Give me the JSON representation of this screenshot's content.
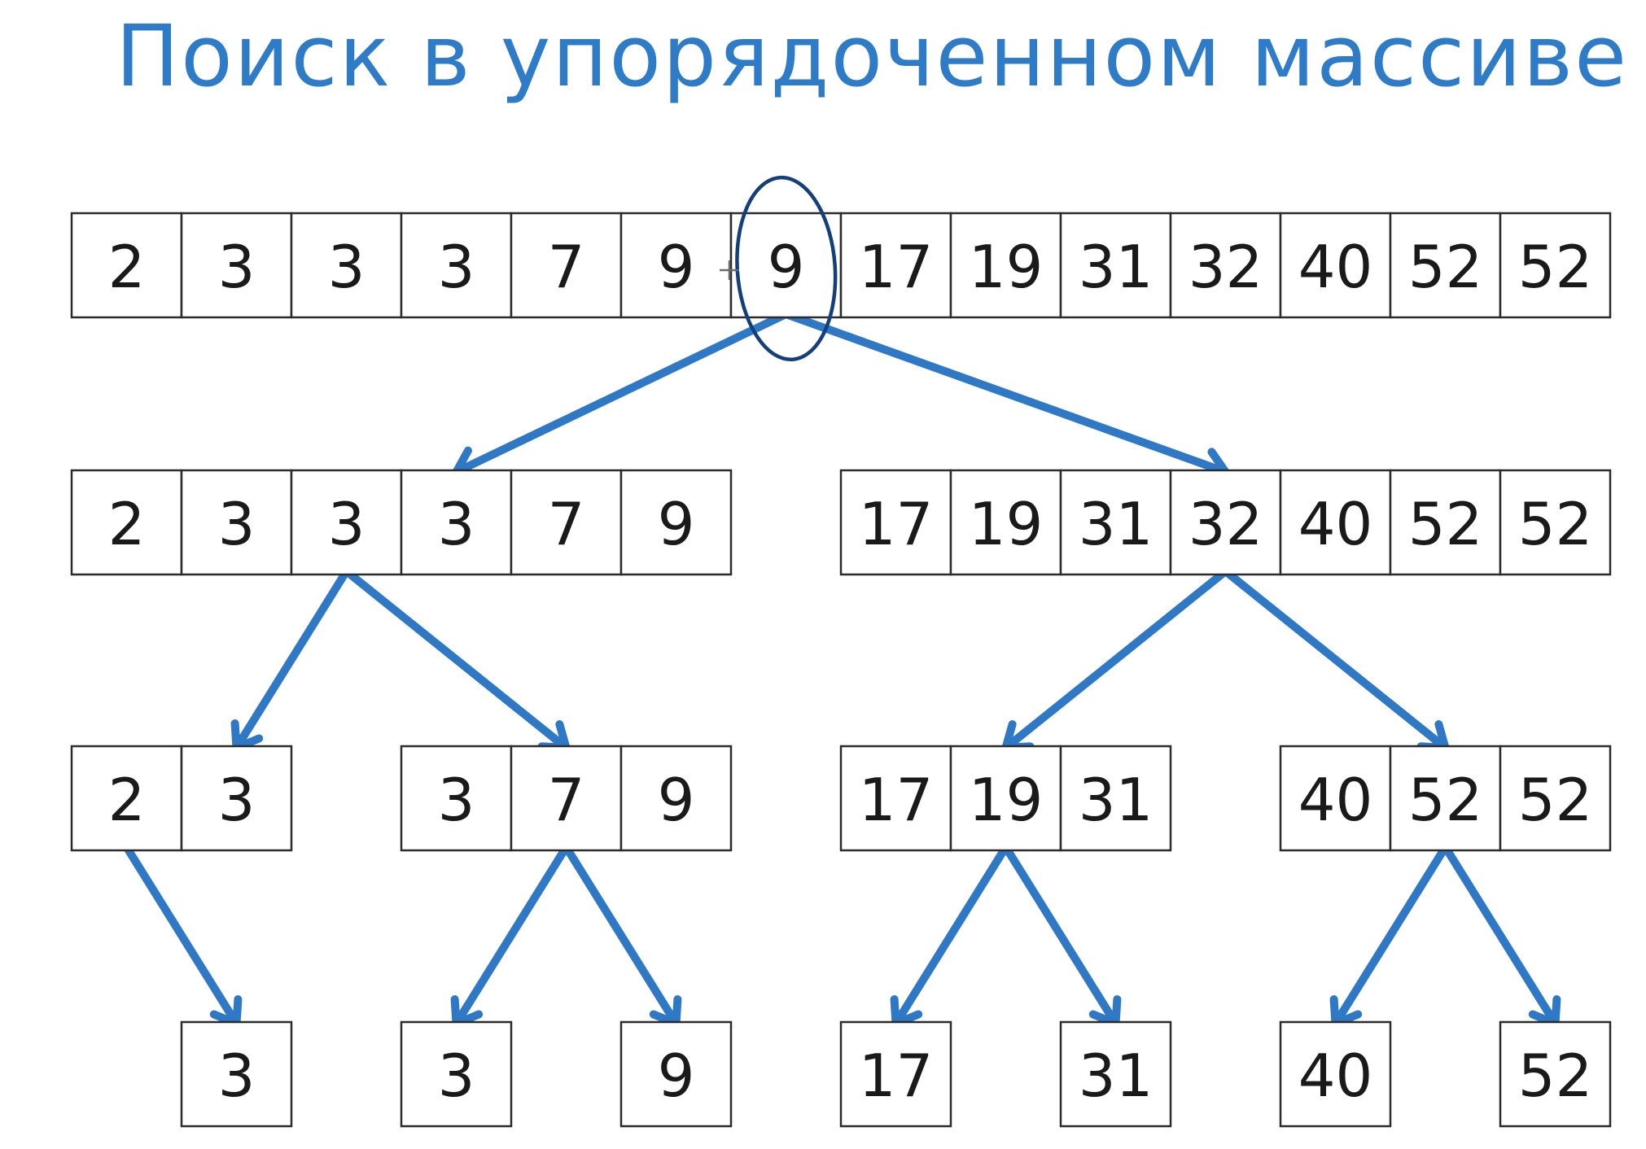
{
  "title": "Поиск в упорядоченном массиве",
  "colors": {
    "title": "#2e7bc8",
    "arrow": "#2f78c6",
    "highlight_circle": "#133f7a",
    "cell_border": "#2b2b2b"
  },
  "levels": [
    {
      "name": "level-0",
      "groups": [
        {
          "name": "full-array",
          "cells": [
            {
              "col": 0,
              "value": "2"
            },
            {
              "col": 1,
              "value": "3"
            },
            {
              "col": 2,
              "value": "3"
            },
            {
              "col": 3,
              "value": "3"
            },
            {
              "col": 4,
              "value": "7"
            },
            {
              "col": 5,
              "value": "9"
            },
            {
              "col": 6,
              "value": "9"
            },
            {
              "col": 7,
              "value": "17"
            },
            {
              "col": 8,
              "value": "19"
            },
            {
              "col": 9,
              "value": "31"
            },
            {
              "col": 10,
              "value": "32"
            },
            {
              "col": 11,
              "value": "40"
            },
            {
              "col": 12,
              "value": "52"
            },
            {
              "col": 13,
              "value": "52"
            }
          ]
        }
      ]
    },
    {
      "name": "level-1",
      "groups": [
        {
          "name": "left-half",
          "cells": [
            {
              "col": 0,
              "value": "2"
            },
            {
              "col": 1,
              "value": "3"
            },
            {
              "col": 2,
              "value": "3"
            },
            {
              "col": 3,
              "value": "3"
            },
            {
              "col": 4,
              "value": "7"
            },
            {
              "col": 5,
              "value": "9"
            }
          ]
        },
        {
          "name": "right-half",
          "cells": [
            {
              "col": 7,
              "value": "17"
            },
            {
              "col": 8,
              "value": "19"
            },
            {
              "col": 9,
              "value": "31"
            },
            {
              "col": 10,
              "value": "32"
            },
            {
              "col": 11,
              "value": "40"
            },
            {
              "col": 12,
              "value": "52"
            },
            {
              "col": 13,
              "value": "52"
            }
          ]
        }
      ]
    },
    {
      "name": "level-2",
      "groups": [
        {
          "name": "group-2-3",
          "cells": [
            {
              "col": 0,
              "value": "2"
            },
            {
              "col": 1,
              "value": "3"
            }
          ]
        },
        {
          "name": "group-3-7-9",
          "cells": [
            {
              "col": 3,
              "value": "3"
            },
            {
              "col": 4,
              "value": "7"
            },
            {
              "col": 5,
              "value": "9"
            }
          ]
        },
        {
          "name": "group-17-19-31",
          "cells": [
            {
              "col": 7,
              "value": "17"
            },
            {
              "col": 8,
              "value": "19"
            },
            {
              "col": 9,
              "value": "31"
            }
          ]
        },
        {
          "name": "group-40-52-52",
          "cells": [
            {
              "col": 11,
              "value": "40"
            },
            {
              "col": 12,
              "value": "52"
            },
            {
              "col": 13,
              "value": "52"
            }
          ]
        }
      ]
    },
    {
      "name": "level-3",
      "groups": [
        {
          "name": "leaf-3a",
          "cells": [
            {
              "col": 1,
              "value": "3"
            }
          ]
        },
        {
          "name": "leaf-3b",
          "cells": [
            {
              "col": 3,
              "value": "3"
            }
          ]
        },
        {
          "name": "leaf-9",
          "cells": [
            {
              "col": 5,
              "value": "9"
            }
          ]
        },
        {
          "name": "leaf-17",
          "cells": [
            {
              "col": 7,
              "value": "17"
            }
          ]
        },
        {
          "name": "leaf-31",
          "cells": [
            {
              "col": 9,
              "value": "31"
            }
          ]
        },
        {
          "name": "leaf-40",
          "cells": [
            {
              "col": 11,
              "value": "40"
            }
          ]
        },
        {
          "name": "leaf-52",
          "cells": [
            {
              "col": 13,
              "value": "52"
            }
          ]
        }
      ]
    }
  ],
  "edges": [
    {
      "from": [
        0,
        6
      ],
      "to": [
        1,
        3
      ]
    },
    {
      "from": [
        0,
        6
      ],
      "to": [
        1,
        10
      ]
    },
    {
      "from": [
        1,
        2
      ],
      "to": [
        2,
        1
      ]
    },
    {
      "from": [
        1,
        2
      ],
      "to": [
        2,
        4
      ]
    },
    {
      "from": [
        1,
        10
      ],
      "to": [
        2,
        8
      ]
    },
    {
      "from": [
        1,
        10
      ],
      "to": [
        2,
        12
      ]
    },
    {
      "from": [
        2,
        0
      ],
      "to": [
        3,
        1
      ]
    },
    {
      "from": [
        2,
        4
      ],
      "to": [
        3,
        3
      ]
    },
    {
      "from": [
        2,
        4
      ],
      "to": [
        3,
        5
      ]
    },
    {
      "from": [
        2,
        8
      ],
      "to": [
        3,
        7
      ]
    },
    {
      "from": [
        2,
        8
      ],
      "to": [
        3,
        9
      ]
    },
    {
      "from": [
        2,
        12
      ],
      "to": [
        3,
        11
      ]
    },
    {
      "from": [
        2,
        12
      ],
      "to": [
        3,
        13
      ]
    }
  ],
  "highlight": {
    "level": 0,
    "col": 6
  }
}
